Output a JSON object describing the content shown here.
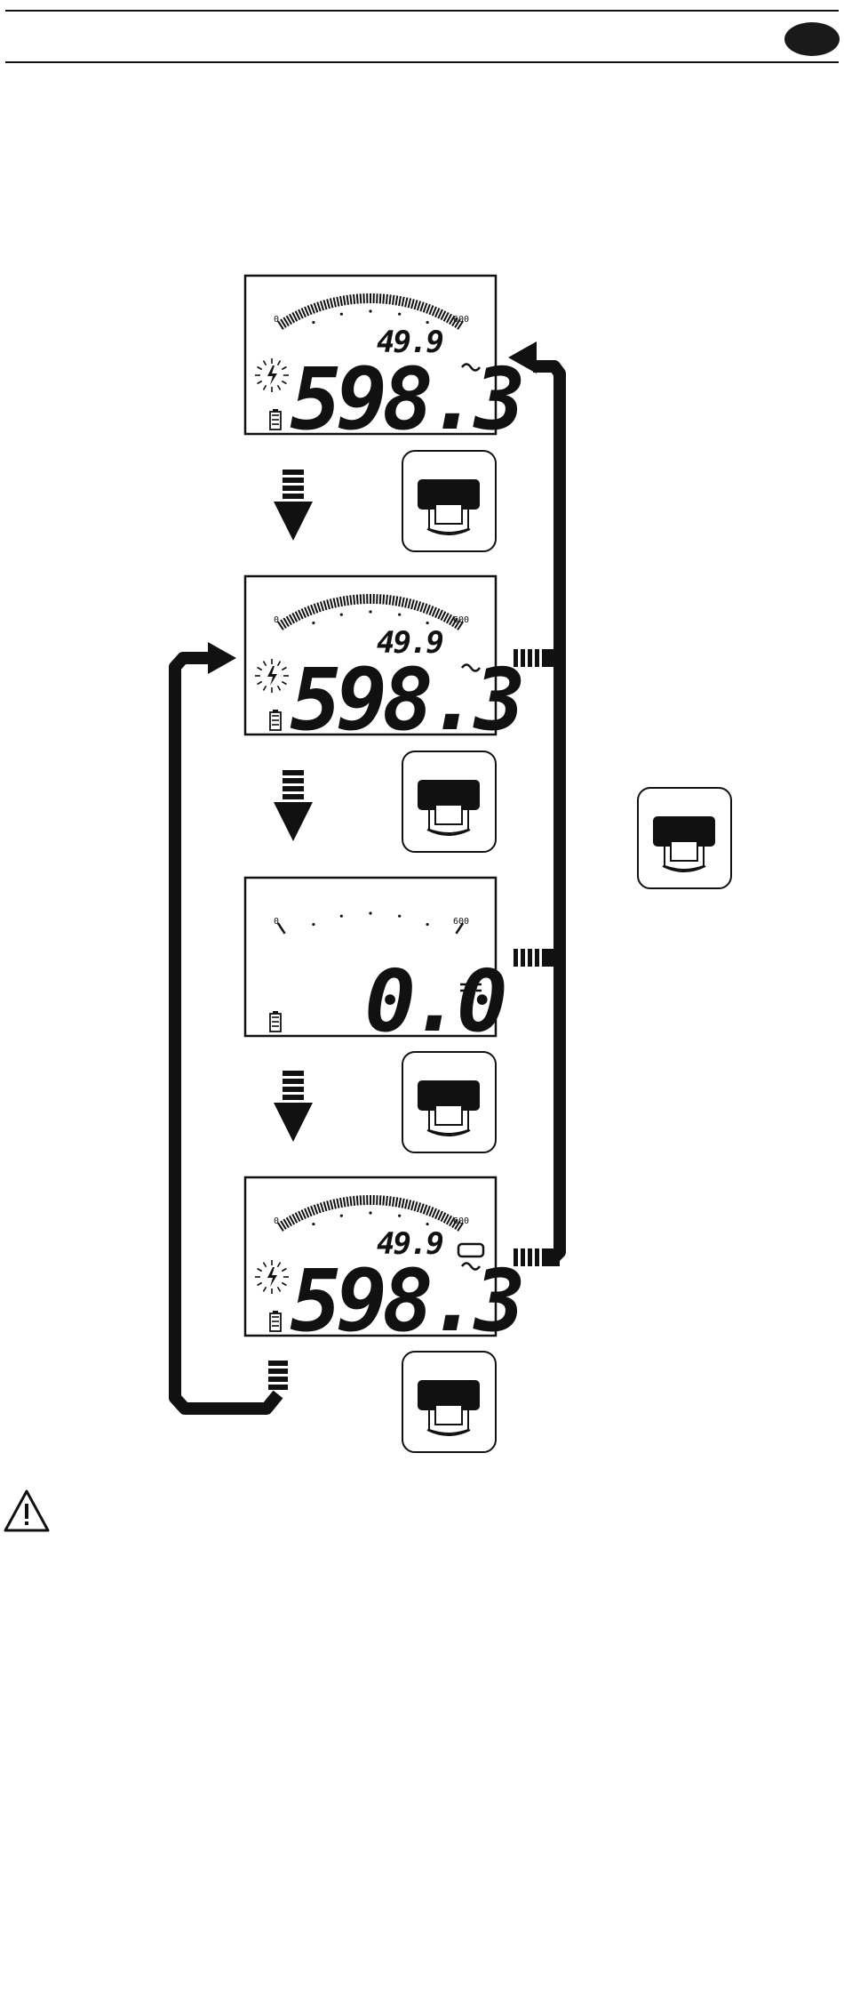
{
  "header": {
    "badge_color": "#1a1a1a"
  },
  "colors": {
    "ink": "#111111",
    "paper": "#ffffff"
  },
  "screens": [
    {
      "id": "screen-1",
      "scale_min": "0",
      "scale_max": "600",
      "bargraph": "full",
      "small_value": "49.9",
      "main_value": "598.3",
      "mode_symbol": "~",
      "hv_symbol": true,
      "hold_box": false
    },
    {
      "id": "screen-2",
      "scale_min": "0",
      "scale_max": "600",
      "bargraph": "full",
      "small_value": "49.9",
      "main_value": "598.3",
      "mode_symbol": "~",
      "hv_symbol": true,
      "hold_box": false
    },
    {
      "id": "screen-3",
      "scale_min": "0",
      "scale_max": "600",
      "bargraph": "empty",
      "small_value": "",
      "main_value": "0.0",
      "mode_symbol": "DC",
      "hv_symbol": false,
      "hold_box": false
    },
    {
      "id": "screen-4",
      "scale_min": "0",
      "scale_max": "600",
      "bargraph": "full",
      "small_value": "49.9",
      "main_value": "598.3",
      "mode_symbol": "~",
      "hv_symbol": true,
      "hold_box": true
    }
  ],
  "icons": {
    "button": "push-button-icon",
    "press": "short-press-arrow-icon",
    "hold": "long-press-dashed-icon",
    "warning": "warning-triangle-icon",
    "battery": "battery-icon",
    "hv": "high-voltage-icon"
  }
}
